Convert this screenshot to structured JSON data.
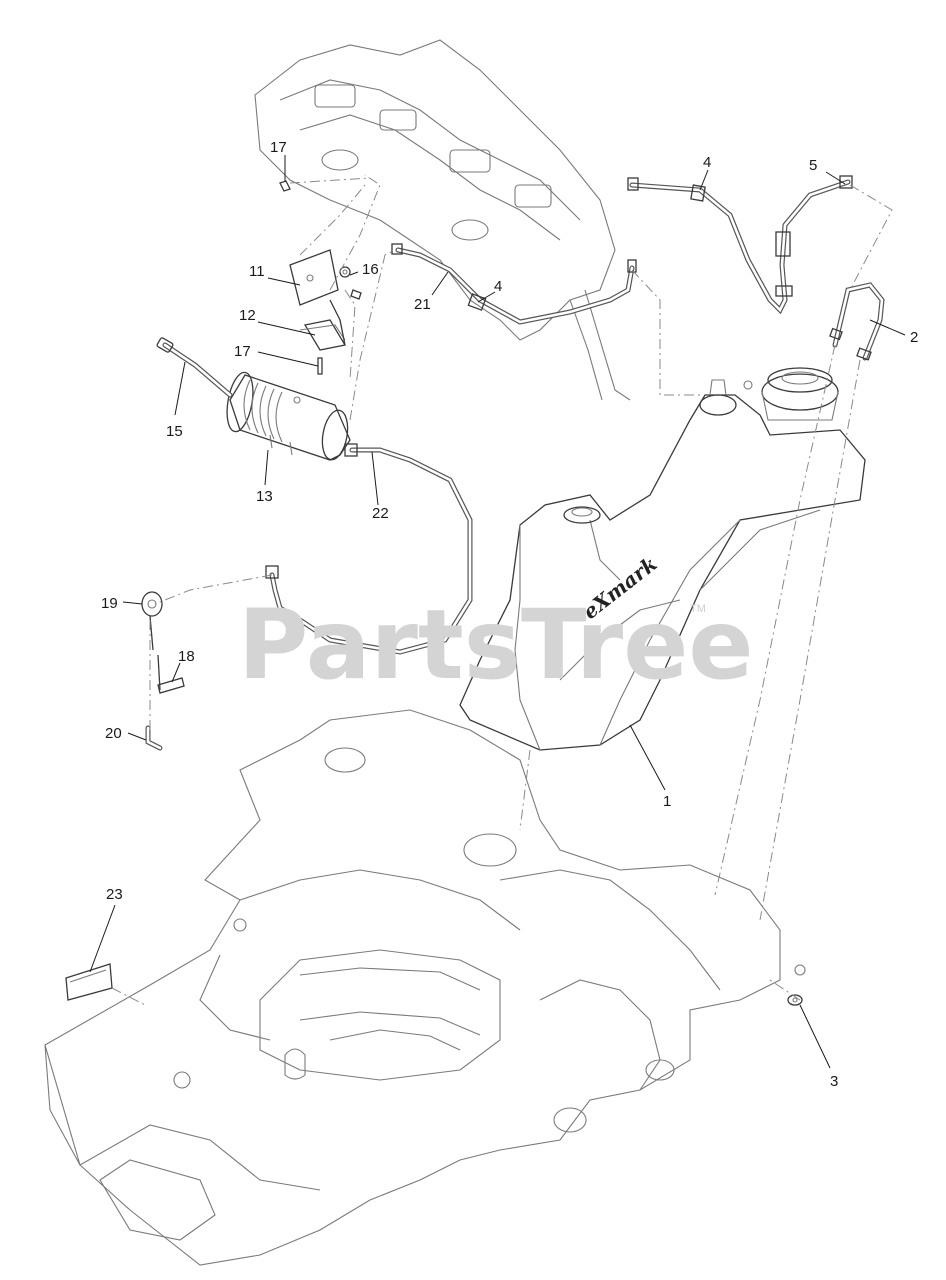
{
  "watermark": {
    "text": "PartsTree",
    "tm": "TM"
  },
  "tank_brand": "eXmark",
  "callouts": [
    {
      "id": "1",
      "label": "1"
    },
    {
      "id": "2",
      "label": "2"
    },
    {
      "id": "3",
      "label": "3"
    },
    {
      "id": "4a",
      "label": "4"
    },
    {
      "id": "4b",
      "label": "4"
    },
    {
      "id": "5",
      "label": "5"
    },
    {
      "id": "11",
      "label": "11"
    },
    {
      "id": "12",
      "label": "12"
    },
    {
      "id": "13",
      "label": "13"
    },
    {
      "id": "15",
      "label": "15"
    },
    {
      "id": "16",
      "label": "16"
    },
    {
      "id": "17a",
      "label": "17"
    },
    {
      "id": "17b",
      "label": "17"
    },
    {
      "id": "18",
      "label": "18"
    },
    {
      "id": "19",
      "label": "19"
    },
    {
      "id": "20",
      "label": "20"
    },
    {
      "id": "21",
      "label": "21"
    },
    {
      "id": "22",
      "label": "22"
    },
    {
      "id": "23",
      "label": "23"
    }
  ]
}
